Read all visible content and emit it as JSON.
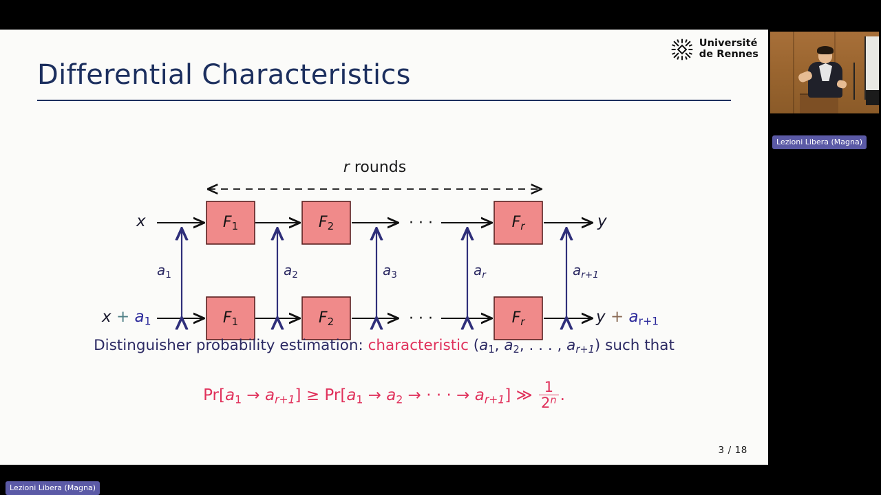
{
  "slide": {
    "title": "Differential Characteristics",
    "page_number": "3 / 18",
    "logo": {
      "line1": "Université",
      "line2": "de Rennes",
      "mark_icon": "starburst-asterisk-icon"
    },
    "diagram": {
      "rounds_label_math": "r",
      "rounds_label_text": " rounds",
      "top_input": "x",
      "top_output": "y",
      "bottom_input_x": "x",
      "bottom_input_plus": "+",
      "bottom_input_a": "a",
      "bottom_input_a_sub": "1",
      "bottom_output_y": "y",
      "bottom_output_plus": "+",
      "bottom_output_a": "a",
      "bottom_output_a_sub": "r+1",
      "ellipsis": "· · ·",
      "boxes": [
        {
          "name": "F",
          "sub": "1"
        },
        {
          "name": "F",
          "sub": "2"
        },
        {
          "name": "F",
          "sub": "r"
        }
      ],
      "diff_labels": [
        {
          "name": "a",
          "sub": "1"
        },
        {
          "name": "a",
          "sub": "2"
        },
        {
          "name": "a",
          "sub": "3"
        },
        {
          "name": "a",
          "sub": "r"
        },
        {
          "name": "a",
          "sub": "r+1"
        }
      ],
      "colors": {
        "box_fill": "#f08a8a",
        "box_stroke": "#5a2020",
        "arrow": "#111111",
        "diff_arrow": "#2f2f7a",
        "dashed_arrow": "#111111"
      }
    },
    "text": {
      "distinguisher_prefix": "Distinguisher probability estimation: ",
      "characteristic_word": "characteristic",
      "tuple_open": " (",
      "tuple_a1": "a",
      "tuple_a1_sub": "1",
      "tuple_sep1": ", ",
      "tuple_a2": "a",
      "tuple_a2_sub": "2",
      "tuple_sep2": ", . . . , ",
      "tuple_ar1": "a",
      "tuple_ar1_sub": "r+1",
      "tuple_close": ") ",
      "suffix": "such that",
      "colors": {
        "body": "#2c2a63",
        "accent": "#e0315b"
      }
    },
    "formula": {
      "pr1": "Pr[",
      "f_a1": "a",
      "f_a1_sub": "1",
      "arrow1": " → ",
      "f_ar1": "a",
      "f_ar1_sub": "r+1",
      "bracket_close1": "] ",
      "geq": "≥ ",
      "pr2": "Pr[",
      "f2_a1": "a",
      "f2_a1_sub": "1",
      "arrow2": " → ",
      "f2_a2": "a",
      "f2_a2_sub": "2",
      "arrow3": " → ",
      "mid_ellipsis": "· · ·",
      "arrow4": " → ",
      "f2_ar1": "a",
      "f2_ar1_sub": "r+1",
      "bracket_close2": "] ",
      "ggg": "≫ ",
      "frac_num": "1",
      "frac_den_base": "2",
      "frac_den_exp": "n",
      "period": "."
    }
  },
  "video": {
    "label": "Lezioni Libera (Magna)",
    "scene_icon": "speaker-at-podium-video"
  },
  "bottom_badge": {
    "label": "Lezioni Libera (Magna)"
  }
}
